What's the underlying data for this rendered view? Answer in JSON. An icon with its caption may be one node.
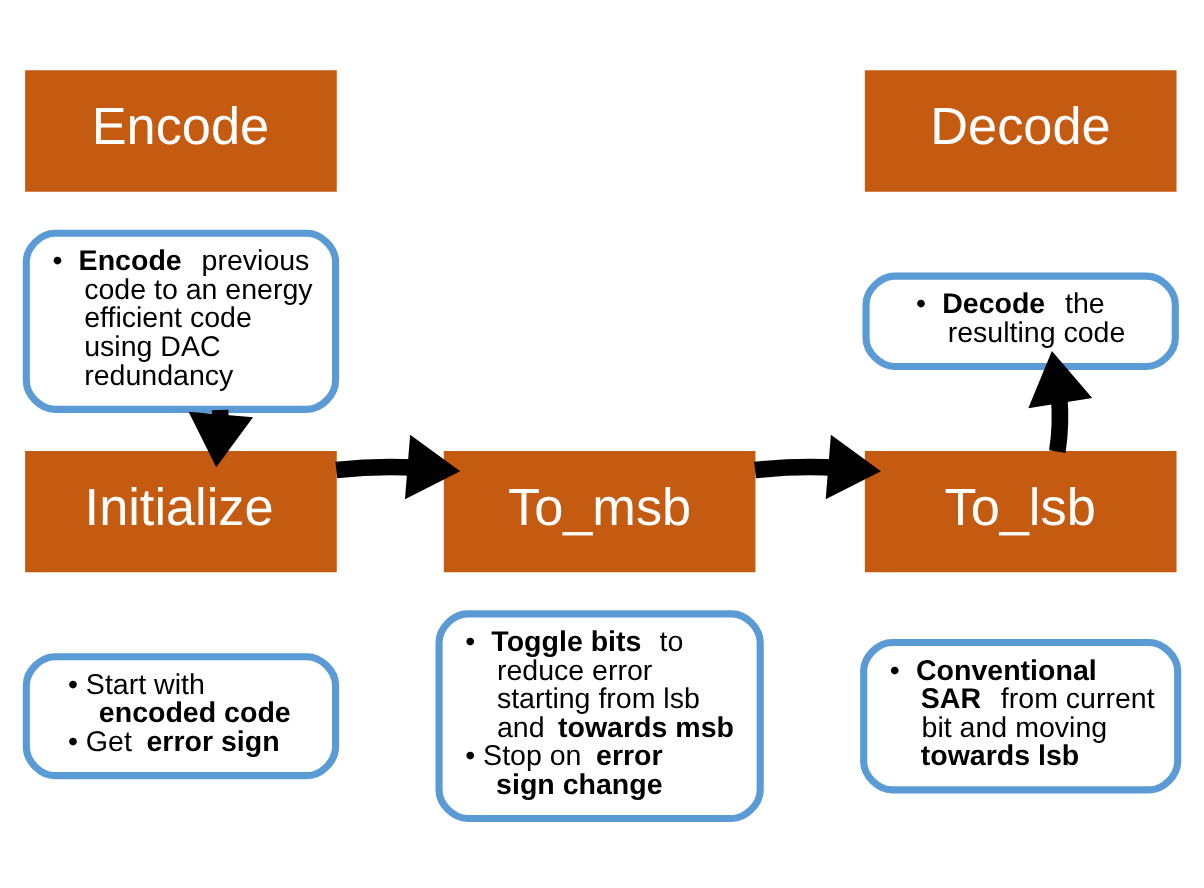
{
  "diagram": {
    "nodes": [
      {
        "text": [
          "Encode"
        ]
      },
      {
        "text": [
          "• **Encode** previous code to an energy efficient code using DAC redundancy"
        ]
      },
      {
        "text": [
          "Initialize"
        ]
      },
      {
        "text": [
          "• Start with **encoded code**",
          "• Get **error sign**"
        ]
      },
      {
        "text": [
          "To_msb"
        ]
      },
      {
        "text": [
          "• **Toggle bits** to reduce error starting from lsb and **towards msb**",
          "• Stop on **error sign change**"
        ]
      },
      {
        "text": [
          "To_lsb"
        ]
      },
      {
        "text": [
          "• **Conventional SAR** from current bit and moving **towards lsb**"
        ]
      },
      {
        "text": [
          "Decode"
        ]
      },
      {
        "text": [
          "• **Decode** the resulting code"
        ]
      }
    ],
    "edges": [
      {
        "from": 1,
        "to": 2,
        "arrow": "to"
      },
      {
        "from": 2,
        "to": 4,
        "arrow": "to"
      },
      {
        "from": 4,
        "to": 6,
        "arrow": "to"
      },
      {
        "from": 6,
        "to": 9,
        "arrow": "to"
      }
    ]
  }
}
